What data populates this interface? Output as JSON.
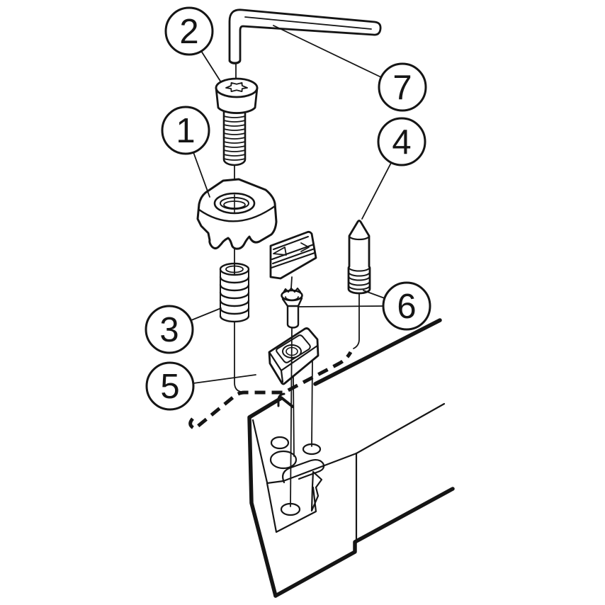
{
  "colors": {
    "line": "#151515",
    "background": "#ffffff"
  },
  "callouts": [
    {
      "number": "1"
    },
    {
      "number": "2"
    },
    {
      "number": "3"
    },
    {
      "number": "4"
    },
    {
      "number": "5"
    },
    {
      "number": "6"
    },
    {
      "number": "7"
    }
  ]
}
